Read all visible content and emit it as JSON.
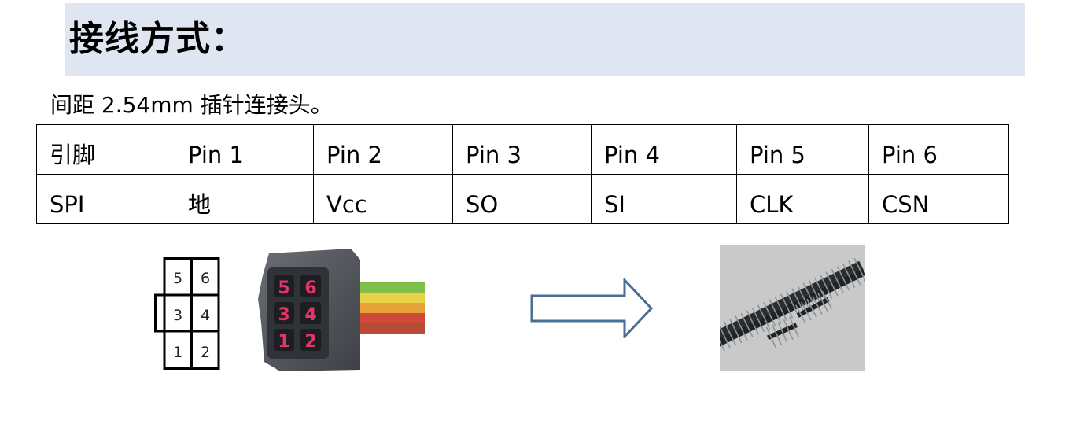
{
  "heading": {
    "title": "接线方式："
  },
  "subtitle": "间距 2.54mm 插针连接头。",
  "table": {
    "header": [
      "引脚",
      "Pin 1",
      "Pin 2",
      "Pin 3",
      "Pin 4",
      "Pin 5",
      "Pin 6"
    ],
    "row": [
      "SPI",
      "地",
      "Vcc",
      "SO",
      "SI",
      "CLK",
      "CSN"
    ]
  },
  "pin_diagram": {
    "numbers": [
      "5",
      "6",
      "3",
      "4",
      "1",
      "2"
    ]
  },
  "connector_photo": {
    "numbers": [
      "5",
      "6",
      "3",
      "4",
      "1",
      "2"
    ]
  },
  "colors": {
    "heading_band": "#dfe6f1",
    "arrow_stroke": "#4a6f96",
    "connector_numbers": "#e8336a"
  }
}
